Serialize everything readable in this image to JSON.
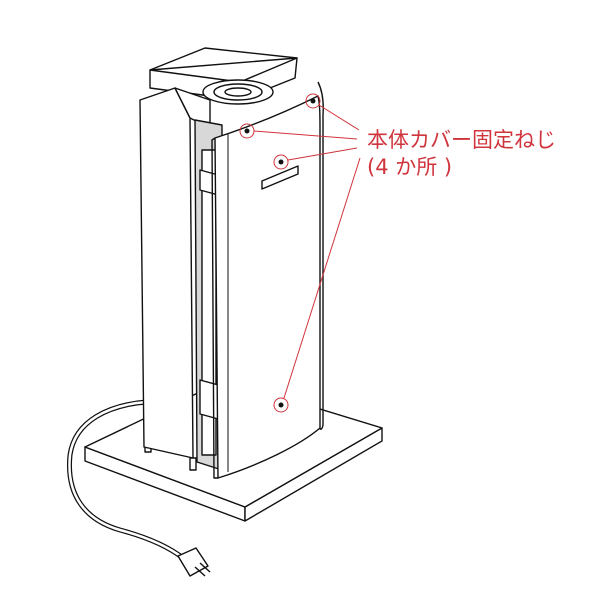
{
  "callout": {
    "label_line1": "本体カバー固定ねじ",
    "label_line2": "(4 か所 )",
    "color": "#d0343c",
    "screw_count": 4
  }
}
